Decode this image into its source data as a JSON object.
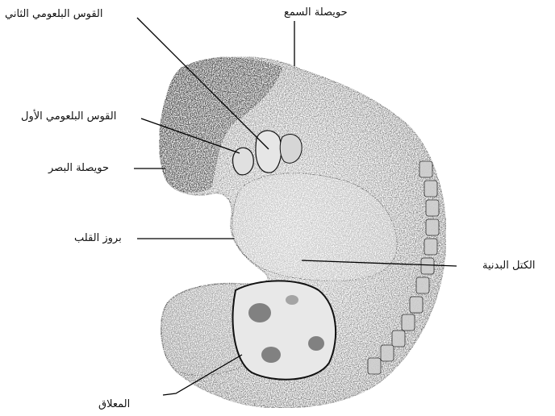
{
  "labels": {
    "second_arch": "القوس البلعومي الثاني",
    "otic_vesicle": "حويصلة السمع",
    "first_arch": "القوس البلعومي الأول",
    "optic_vesicle": "حويصلة البصر",
    "heart_bulge": "بروز القلب",
    "somites": "الكتل البدنية",
    "yolk_stalk": "المعلاق"
  }
}
